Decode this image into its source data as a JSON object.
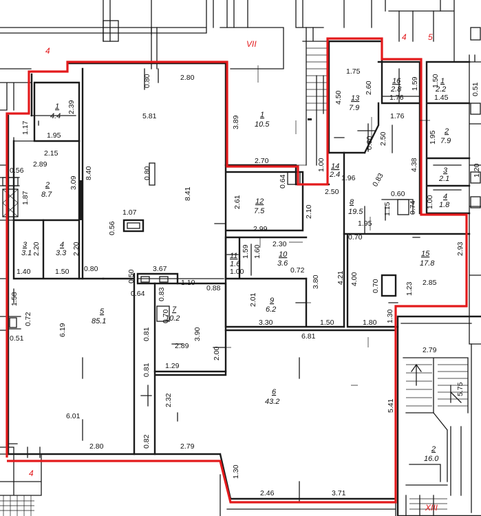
{
  "plan": {
    "axis_labels": [
      "4",
      "VII",
      "4",
      "5",
      "4",
      "XIII"
    ],
    "rooms": [
      {
        "id": "1",
        "area": "4.4"
      },
      {
        "id": "1",
        "area": "10.5"
      },
      {
        "id": "13",
        "area": "7.9"
      },
      {
        "id": "16",
        "area": "2.8"
      },
      {
        "id": "1",
        "area": "2.2"
      },
      {
        "id": "2",
        "area": "7.9"
      },
      {
        "id": "2",
        "area": "8.7"
      },
      {
        "id": "14",
        "area": "2.4"
      },
      {
        "id": "3",
        "area": "2.1"
      },
      {
        "id": "4",
        "area": "1.8"
      },
      {
        "id": "12",
        "area": "7.5"
      },
      {
        "id": "8",
        "area": "19.5"
      },
      {
        "id": "3",
        "area": "3.1"
      },
      {
        "id": "4",
        "area": "3.3"
      },
      {
        "id": "11",
        "area": "1.6"
      },
      {
        "id": "10",
        "area": "3.6"
      },
      {
        "id": "15",
        "area": "17.8"
      },
      {
        "id": "9",
        "area": "6.2"
      },
      {
        "id": "5",
        "area": "85.1"
      },
      {
        "id": "7",
        "area": "10.2"
      },
      {
        "id": "6",
        "area": "43.2"
      },
      {
        "id": "2",
        "area": "16.0"
      }
    ],
    "dimensions": [
      "0.80",
      "2.80",
      "2.39",
      "1.95",
      "1.17",
      "2.15",
      "5.81",
      "3.89",
      "2.70",
      "1.75",
      "4.50",
      "2.60",
      "1.76",
      "1.59",
      "1.76",
      "1.50",
      "1.45",
      "0.51",
      "1.95",
      "2.50",
      "0.80",
      "1.00",
      "1.96",
      "0.83",
      "4.38",
      "1.20",
      "1.00",
      "2.89",
      "0.56",
      "3.09",
      "8.40",
      "0.80",
      "8.41",
      "0.64",
      "2.50",
      "2.61",
      "2.10",
      "1.95",
      "1.15",
      "0.60",
      "0.74",
      "1.87",
      "2.20",
      "2.20",
      "1.40",
      "1.50",
      "0.80",
      "0.56",
      "1.07",
      "2.99",
      "2.30",
      "1.59",
      "1.60",
      "1.00",
      "0.72",
      "0.70",
      "4.21",
      "4.00",
      "2.93",
      "3.67",
      "0.50",
      "1.10",
      "0.64",
      "0.83",
      "0.88",
      "3.80",
      "2.01",
      "0.70",
      "1.23",
      "2.85",
      "1.58",
      "0.72",
      "0.51",
      "6.19",
      "0.70",
      "3.90",
      "0.81",
      "2.89",
      "1.29",
      "3.30",
      "1.50",
      "1.80",
      "1.30",
      "6.81",
      "2.79",
      "2.00",
      "0.81",
      "5.75",
      "2.32",
      "5.41",
      "6.01",
      "2.80",
      "0.82",
      "2.79",
      "1.30",
      "2.46",
      "3.71"
    ]
  }
}
